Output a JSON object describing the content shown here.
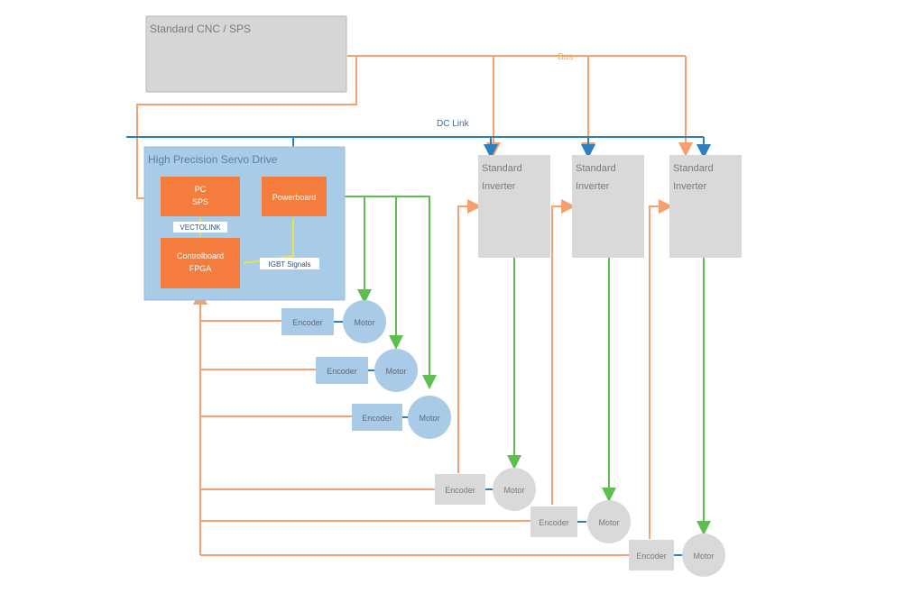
{
  "colors": {
    "orange_line": "#f5a06e",
    "orange_box": "#f47c3c",
    "green_line": "#5cbf4e",
    "blue_line": "#2f7fbf",
    "blue_panel": "#a8cbe8",
    "blue_small": "#a9cbe7",
    "gray_box": "#d9d9d9",
    "bus_label": "#f2b134",
    "dc_label": "#2f6fa9"
  },
  "cnc": {
    "label": "Standard CNC / SPS"
  },
  "bus": {
    "label": "Bus"
  },
  "dc_link": {
    "label": "DC Link"
  },
  "servo_drive": {
    "title": "High Precision Servo Drive",
    "pc_block": {
      "line1": "PC",
      "line2": "SPS"
    },
    "powerboard": {
      "label": "Powerboard"
    },
    "controlboard": {
      "line1": "Controlboard",
      "line2": "FPGA"
    },
    "vectolink": {
      "label": "VECTOLINK"
    },
    "igbt": {
      "label": "IGBT Signals"
    }
  },
  "servo_axes": [
    {
      "encoder": "Encoder",
      "motor": "Motor"
    },
    {
      "encoder": "Encoder",
      "motor": "Motor"
    },
    {
      "encoder": "Encoder",
      "motor": "Motor"
    }
  ],
  "inverters": [
    {
      "line1": "Standard",
      "line2": "Inverter"
    },
    {
      "line1": "Standard",
      "line2": "Inverter"
    },
    {
      "line1": "Standard",
      "line2": "Inverter"
    }
  ],
  "inverter_axes": [
    {
      "encoder": "Encoder",
      "motor": "Motor"
    },
    {
      "encoder": "Encoder",
      "motor": "Motor"
    },
    {
      "encoder": "Encoder",
      "motor": "Motor"
    }
  ]
}
